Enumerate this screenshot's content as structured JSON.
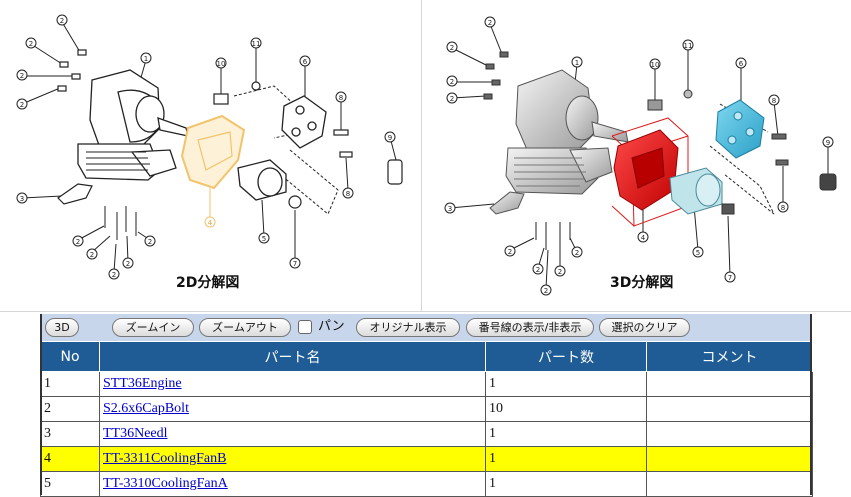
{
  "views": {
    "view2d": {
      "title": "2D分解図",
      "callouts": [
        "1",
        "2",
        "3",
        "4",
        "5",
        "6",
        "7",
        "8",
        "9",
        "10",
        "11"
      ]
    },
    "view3d": {
      "title": "3D分解図",
      "callouts": [
        "1",
        "2",
        "3",
        "4",
        "5",
        "6",
        "7",
        "8",
        "9",
        "10",
        "11"
      ]
    }
  },
  "colors": {
    "header_bg": "#1f5c96",
    "toolbar_bg": "#c8d6ec",
    "selected_row": "#ffff00",
    "link": "#0000cc",
    "fan_2d_highlight": "#f2c36b",
    "fan_3d_red": "#e01818",
    "part_cyan": "#3ab4d8"
  },
  "toolbar": {
    "btn_3d": "3D",
    "zoom_in": "ズームイン",
    "zoom_out": "ズームアウト",
    "pan_label": "パン",
    "original": "オリジナル表示",
    "toggle_numbers": "番号線の表示/非表示",
    "clear_selection": "選択のクリア"
  },
  "table": {
    "headers": {
      "no": "No",
      "name": "パート名",
      "qty": "パート数",
      "comment": "コメント"
    },
    "rows": [
      {
        "no": "1",
        "name": "STT36Engine",
        "qty": "1",
        "comment": ""
      },
      {
        "no": "2",
        "name": "S2.6x6CapBolt",
        "qty": "10",
        "comment": ""
      },
      {
        "no": "3",
        "name": "TT36Needl",
        "qty": "1",
        "comment": ""
      },
      {
        "no": "4",
        "name": "TT-3311CoolingFanB",
        "qty": "1",
        "comment": "",
        "selected": true
      },
      {
        "no": "5",
        "name": "TT-3310CoolingFanA",
        "qty": "1",
        "comment": ""
      }
    ]
  }
}
